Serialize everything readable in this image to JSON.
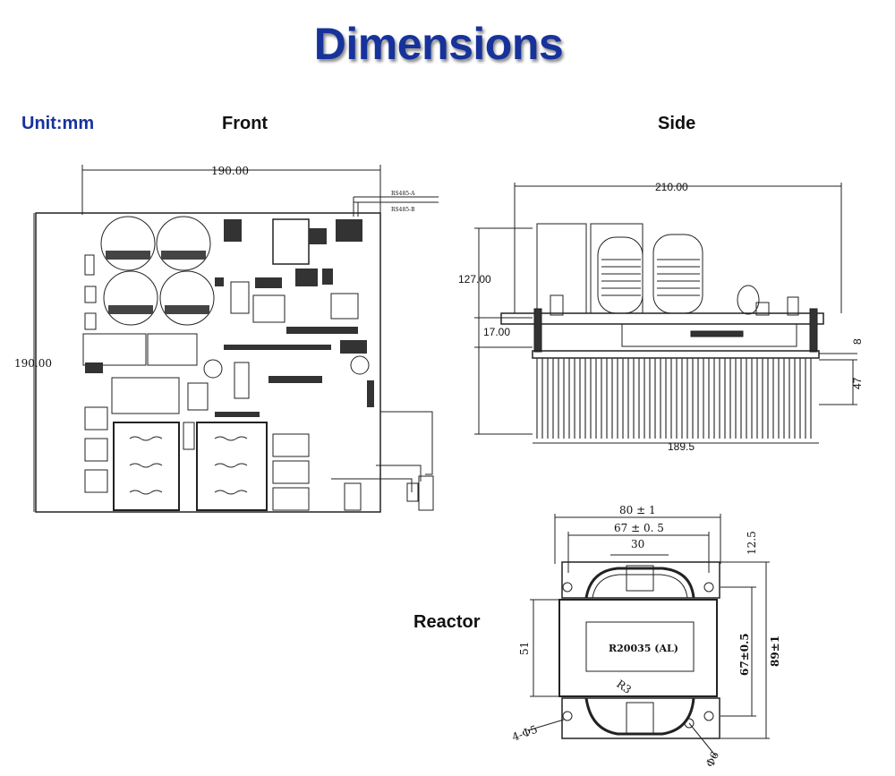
{
  "title": "Dimensions",
  "unit": "Unit:mm",
  "views": {
    "front": "Front",
    "side": "Side",
    "reactor": "Reactor"
  },
  "front_dims": {
    "width": "190.00",
    "height": "190.00",
    "label_a": "RS485-A",
    "label_b": "RS485-B"
  },
  "side_dims": {
    "length": "210.00",
    "height": "127.00",
    "board": "17.00",
    "thick": "8",
    "fins": "47",
    "base": "189.5"
  },
  "reactor_dims": {
    "outer_width": "80 ± 1",
    "hole_spacing": "67 ± 0. 5",
    "core_width": "30",
    "top_offset": "12.5",
    "body_height": "51",
    "hole_vertical": "67±0.5",
    "total_height": "89±1",
    "model": "R20035 (AL)",
    "radius": "R3",
    "holes": "4-Φ5",
    "diameter": "Φ6"
  }
}
